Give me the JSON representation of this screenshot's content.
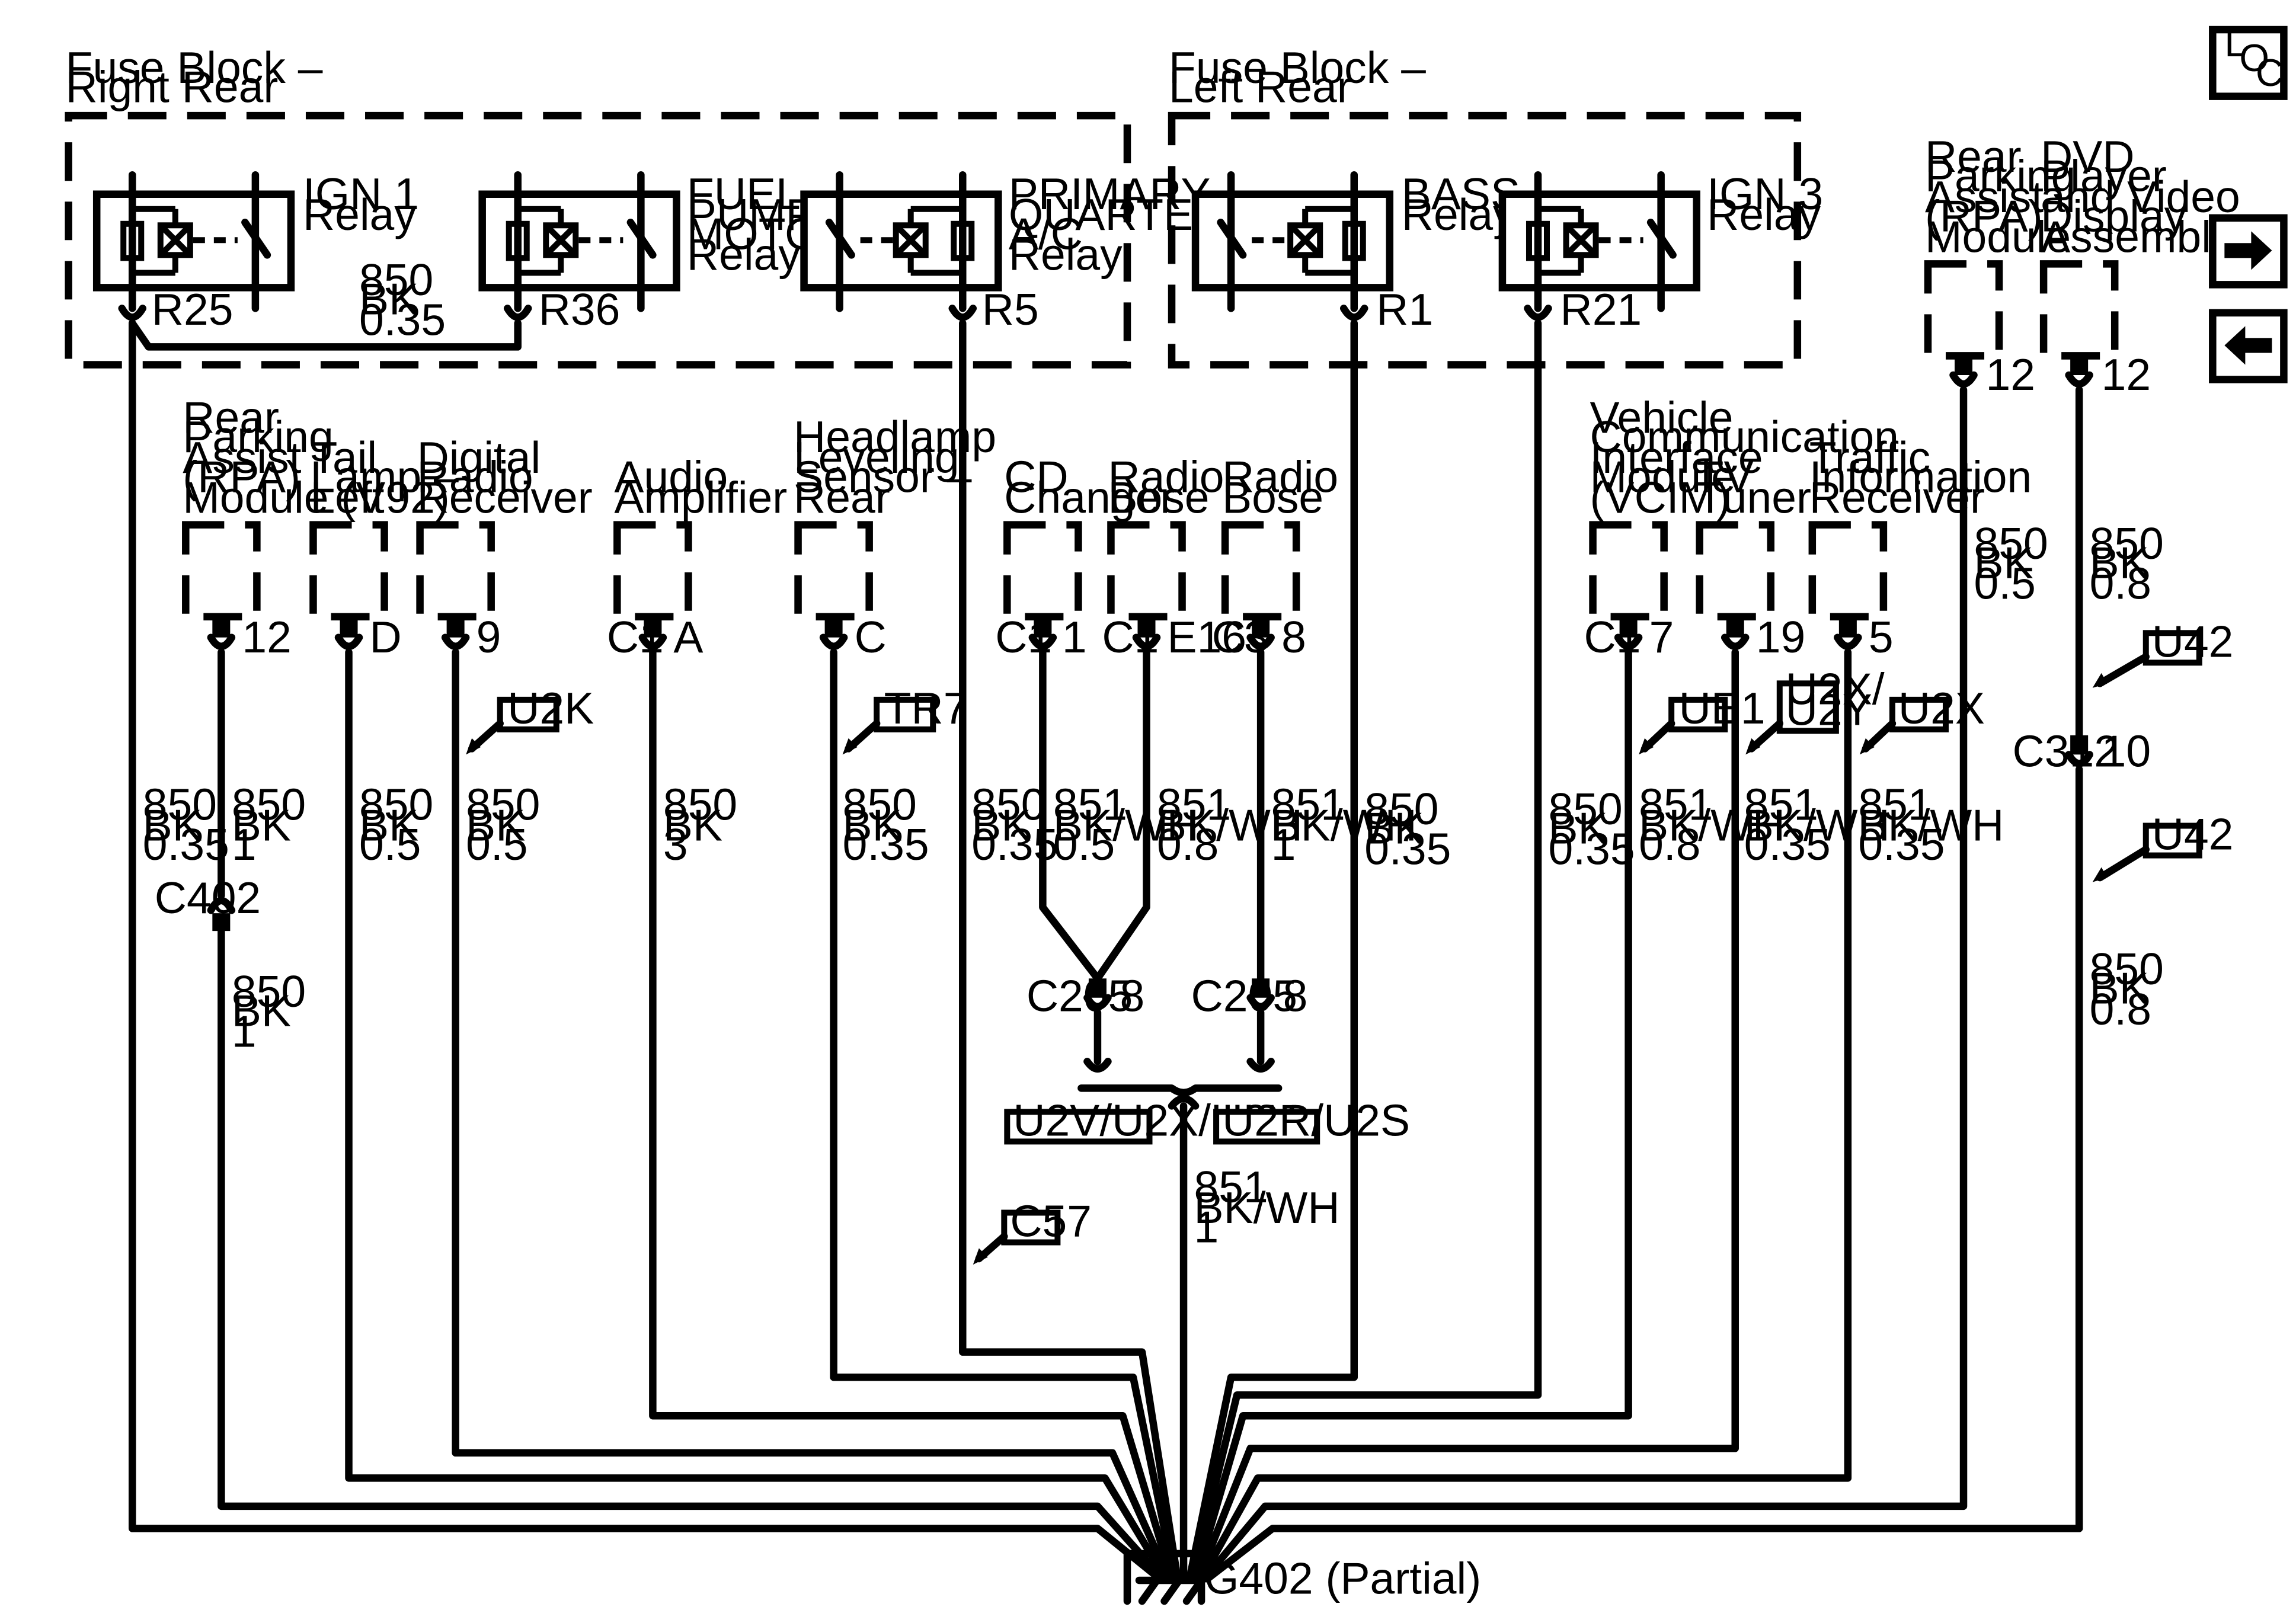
{
  "fuse_blocks": {
    "right_rear": {
      "title_line1": "Fuse Block –",
      "title_line2": "Right Rear"
    },
    "left_rear": {
      "title_line1": "Fuse Block –",
      "title_line2": "Left Rear"
    }
  },
  "relays": {
    "ign1": {
      "line1": "IGN 1",
      "line2": "Relay",
      "pin": "R25"
    },
    "fuel_pump": {
      "line1": "FUEL",
      "line2": "PUMP",
      "line3": "MOTOR",
      "line4": "Relay",
      "pin": "R36"
    },
    "ac": {
      "line1": "PRIMARY",
      "line2": "QUARTER",
      "line3": "A/C",
      "line4": "Relay",
      "pin": "R5"
    },
    "bass": {
      "line1": "BASS",
      "line2": "Relay",
      "pin": "R1"
    },
    "ign3": {
      "line1": "IGN 3",
      "line2": "Relay",
      "pin": "R21"
    }
  },
  "jumper_wire": {
    "circuit": "850",
    "color": "BK",
    "size": "0.35"
  },
  "modules": {
    "rpa_v92": {
      "lines": [
        "Rear",
        "Parking",
        "Assist",
        "(RPA)",
        "Module (V92)"
      ],
      "pin": "12"
    },
    "tail_lamp": {
      "lines": [
        "Tail",
        "Lamp –",
        "Left"
      ],
      "pin": "D"
    },
    "digital_radio": {
      "lines": [
        "Digital",
        "Radio",
        "Receiver"
      ],
      "pin": "9"
    },
    "audio_amp": {
      "lines": [
        "Audio",
        "Amplifier"
      ],
      "connector": "C1",
      "pin": "A"
    },
    "headlamp": {
      "lines": [
        "Headlamp",
        "Leveling",
        "Sensor –",
        "Rear"
      ],
      "pin": "C"
    },
    "cd_changer": {
      "lines": [
        "CD",
        "Changer"
      ],
      "connector": "C1",
      "pin": "1"
    },
    "radio_bose1": {
      "lines": [
        "Radio",
        "Bose"
      ],
      "connector": "C1",
      "pin": "E16"
    },
    "radio_bose2": {
      "lines": [
        "Radio",
        "Bose"
      ],
      "connector": "C3",
      "pin": "8"
    },
    "vcim": {
      "lines": [
        "Vehicle",
        "Communication",
        "Interface",
        "Module",
        "(VCIM)"
      ],
      "connector": "C1",
      "pin": "7"
    },
    "tv_tuner": {
      "lines": [
        "TV",
        "Tuner"
      ],
      "pin": "19"
    },
    "traffic": {
      "lines": [
        "Traffic",
        "Information",
        "Receiver"
      ],
      "pin": "5"
    },
    "rpa_top": {
      "lines": [
        "Rear",
        "Parking",
        "Assist",
        "(RPA)",
        "Module"
      ],
      "pin": "12"
    },
    "dvd": {
      "lines": [
        "DVD",
        "Player",
        "and Video",
        "Display",
        "Assembly"
      ],
      "pin": "12"
    }
  },
  "wires": {
    "w_r25": [
      "850",
      "BK",
      "0.35"
    ],
    "w_rpa_a": [
      "850",
      "BK",
      "1"
    ],
    "w_rpa_b": [
      "850",
      "BK",
      "1"
    ],
    "w_tail": [
      "850",
      "BK",
      "0.5"
    ],
    "w_digital": [
      "850",
      "BK",
      "0.5"
    ],
    "w_audio": [
      "850",
      "BK",
      "3"
    ],
    "w_headlamp": [
      "850",
      "BK",
      "0.35"
    ],
    "w_r5": [
      "850",
      "BK",
      "0.35"
    ],
    "w_cd": [
      "851",
      "BK/WH",
      "0.5"
    ],
    "w_bose1": [
      "851",
      "BK/WH",
      "0.8"
    ],
    "w_bose2": [
      "851",
      "BK/WH",
      "1"
    ],
    "w_r1": [
      "850",
      "BK",
      "0.35"
    ],
    "w_r21": [
      "850",
      "BK",
      "0.35"
    ],
    "w_vcim": [
      "851",
      "BK/WH",
      "0.8"
    ],
    "w_tv": [
      "851",
      "BK/WH",
      "0.35"
    ],
    "w_traffic": [
      "851",
      "BK/WH",
      "0.35"
    ],
    "w_rpa_top": [
      "850",
      "BK",
      "0.5"
    ],
    "w_dvd_a": [
      "850",
      "BK",
      "0.8"
    ],
    "w_dvd_b": [
      "850",
      "BK",
      "0.8"
    ],
    "w_splice": [
      "851",
      "BK/WH",
      "1"
    ]
  },
  "connectors": {
    "c402": "C402",
    "c205_a": {
      "name": "C205",
      "pin": "8"
    },
    "c205_b": {
      "name": "C205",
      "pin": "8"
    },
    "c312": {
      "name": "C312",
      "pin": "10"
    }
  },
  "option_tags": {
    "u2k": "U2K",
    "tr7": "TR7",
    "ue1": "UE1",
    "u2x_u2y_line1": "U2X/",
    "u2x_u2y_line2": "U2Y",
    "u2x": "U2X",
    "u42_a": "U42",
    "u42_b": "U42",
    "c57": "C57",
    "u2v": "U2V/U2X/U2Y",
    "u2r": "U2R/U2S"
  },
  "ground": {
    "label": "G402 (Partial)"
  },
  "loc_icon": {
    "l": "L",
    "o": "O",
    "c": "C"
  },
  "nav": {
    "next": "arrow-right-icon",
    "prev": "arrow-left-icon"
  }
}
